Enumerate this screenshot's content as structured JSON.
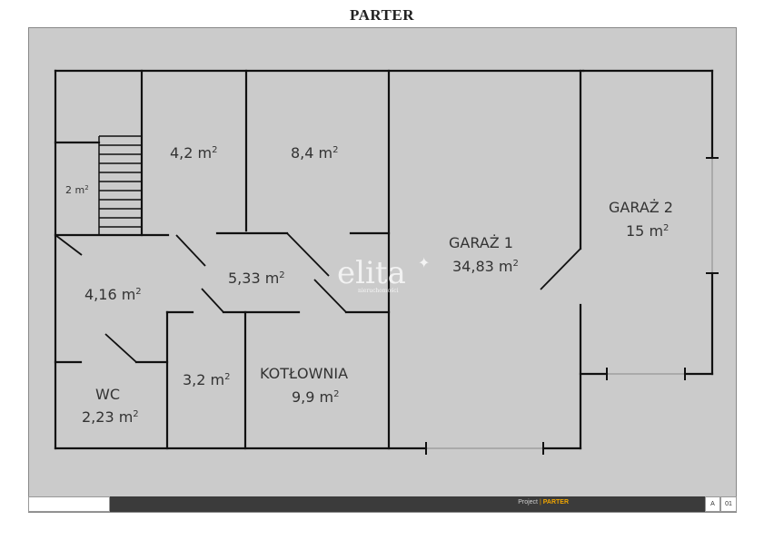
{
  "title": "PARTER",
  "rooms": {
    "closet": {
      "area": "2 m",
      "sup": "2"
    },
    "room_a": {
      "area": "4,2 m",
      "sup": "2"
    },
    "room_b": {
      "area": "8,4 m",
      "sup": "2"
    },
    "garage1": {
      "name": "GARAŻ 1",
      "area": "34,83 m",
      "sup": "2"
    },
    "garage2": {
      "name": "GARAŻ 2",
      "area": "15 m",
      "sup": "2"
    },
    "hall": {
      "area": "5,33 m",
      "sup": "2"
    },
    "vestibule": {
      "area": "4,16 m",
      "sup": "2"
    },
    "wc": {
      "name": "WC",
      "area": "2,23 m",
      "sup": "2"
    },
    "storage": {
      "area": "3,2 m",
      "sup": "2"
    },
    "boiler": {
      "name": "KOTŁOWNIA",
      "area": "9,9 m",
      "sup": "2"
    }
  },
  "watermark": {
    "logo": "elita",
    "subtitle": "nieruchomości"
  },
  "footer": {
    "project_label": "Project",
    "separator": "|",
    "project_name": "PARTER",
    "sheet_letter": "A",
    "sheet_number": "01"
  },
  "colors": {
    "wall": "#111111",
    "background": "#cbcbcb",
    "footer_bar": "#3b3b3b",
    "accent": "#f0a500"
  }
}
